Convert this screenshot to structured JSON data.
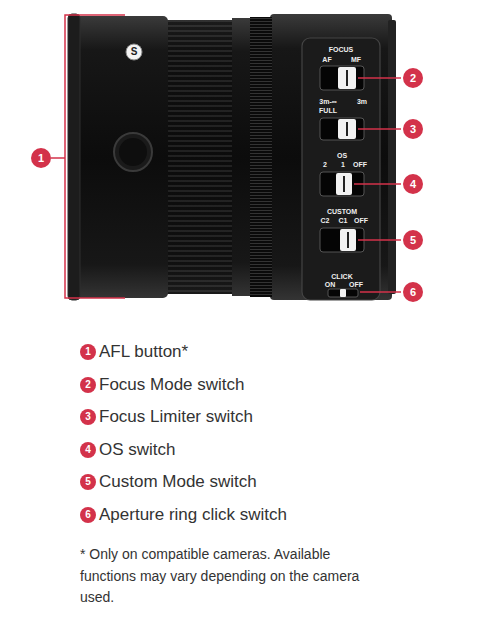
{
  "diagram": {
    "labels": [
      "1",
      "2",
      "3",
      "4",
      "5",
      "6",
      "S",
      "FOCUS",
      "AF",
      "MF",
      "3m-∞",
      "FULL",
      "3m",
      "OS",
      "2",
      "1",
      "OFF",
      "CUSTOM",
      "C2",
      "C1",
      "OFF",
      "CLICK",
      "ON",
      "OFF",
      "1",
      "AFL button*",
      "2",
      "Focus Mode switch",
      "3",
      "Focus Limiter switch",
      "4",
      "OS switch",
      "5",
      "Custom Mode switch",
      "6",
      "Aperture ring click switch",
      "* Only on compatible cameras. Available functions may vary depending on the camera used."
    ]
  }
}
